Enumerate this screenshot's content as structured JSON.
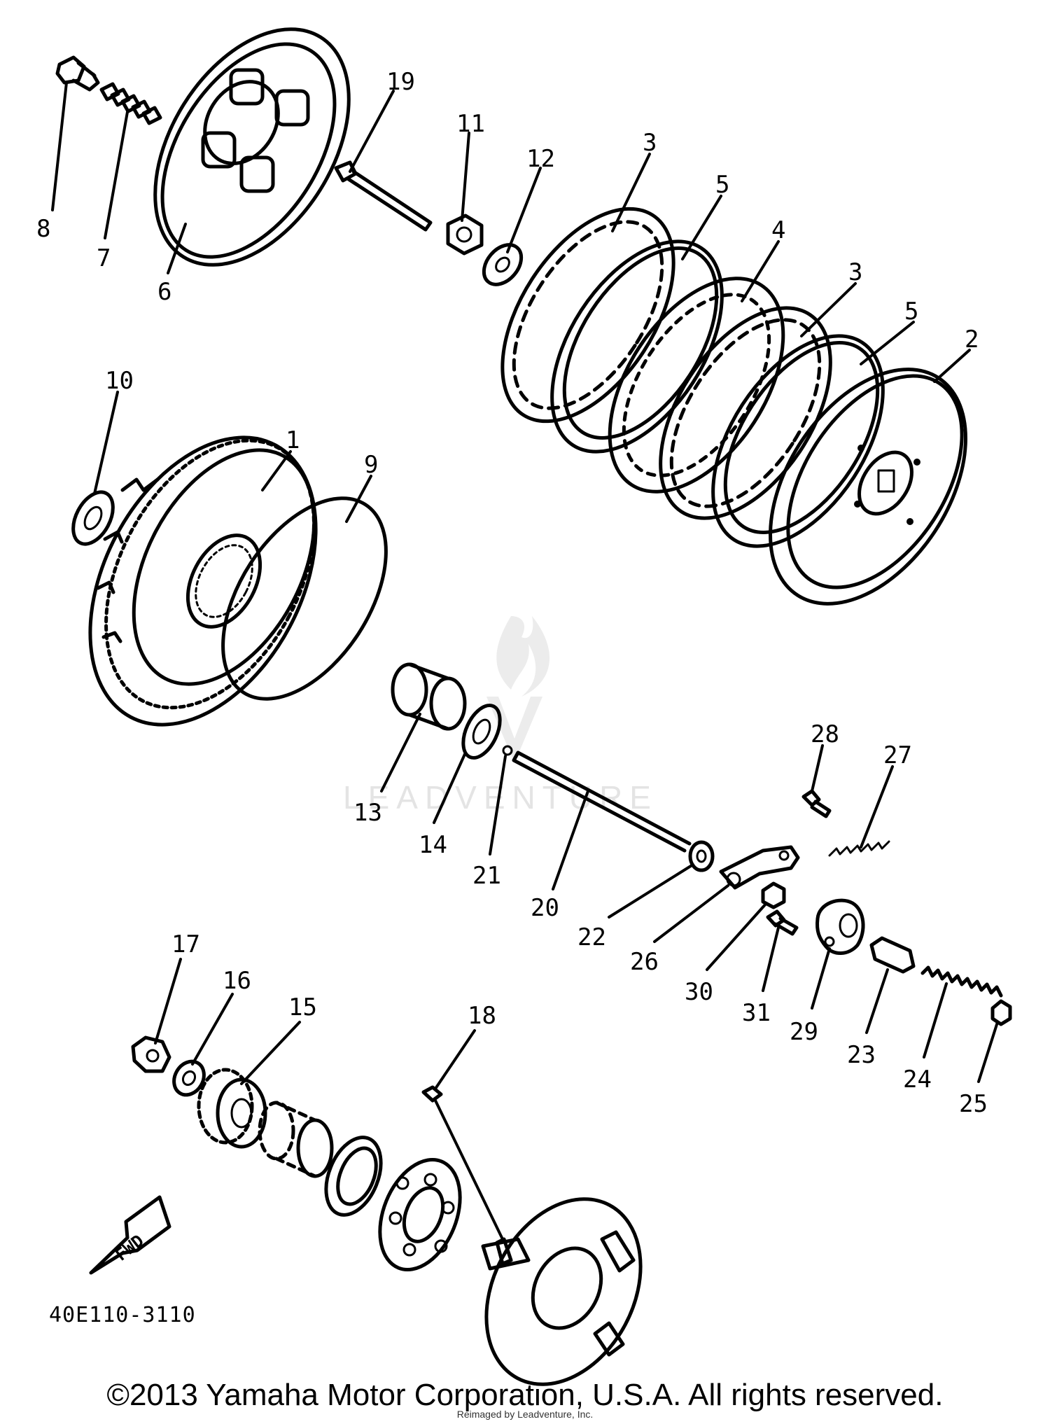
{
  "callouts": [
    {
      "id": "c8",
      "label": "8"
    },
    {
      "id": "c7",
      "label": "7"
    },
    {
      "id": "c6",
      "label": "6"
    },
    {
      "id": "c19",
      "label": "19"
    },
    {
      "id": "c11",
      "label": "11"
    },
    {
      "id": "c12",
      "label": "12"
    },
    {
      "id": "c3a",
      "label": "3"
    },
    {
      "id": "c5a",
      "label": "5"
    },
    {
      "id": "c4",
      "label": "4"
    },
    {
      "id": "c3b",
      "label": "3"
    },
    {
      "id": "c5b",
      "label": "5"
    },
    {
      "id": "c2",
      "label": "2"
    },
    {
      "id": "c10",
      "label": "10"
    },
    {
      "id": "c1",
      "label": "1"
    },
    {
      "id": "c9",
      "label": "9"
    },
    {
      "id": "c28",
      "label": "28"
    },
    {
      "id": "c27",
      "label": "27"
    },
    {
      "id": "c13",
      "label": "13"
    },
    {
      "id": "c14",
      "label": "14"
    },
    {
      "id": "c21",
      "label": "21"
    },
    {
      "id": "c20",
      "label": "20"
    },
    {
      "id": "c22",
      "label": "22"
    },
    {
      "id": "c26",
      "label": "26"
    },
    {
      "id": "c30",
      "label": "30"
    },
    {
      "id": "c31",
      "label": "31"
    },
    {
      "id": "c29",
      "label": "29"
    },
    {
      "id": "c23",
      "label": "23"
    },
    {
      "id": "c24",
      "label": "24"
    },
    {
      "id": "c25",
      "label": "25"
    },
    {
      "id": "c17",
      "label": "17"
    },
    {
      "id": "c16",
      "label": "16"
    },
    {
      "id": "c15",
      "label": "15"
    },
    {
      "id": "c18",
      "label": "18"
    }
  ],
  "fwd_label": "FWD",
  "drawing_code": "40E110-3110",
  "watermark": "LEADVENTURE",
  "copyright": "©2013 Yamaha Motor Corporation, U.S.A. All rights reserved.",
  "attribution": "Reimaged by Leadventure, Inc."
}
